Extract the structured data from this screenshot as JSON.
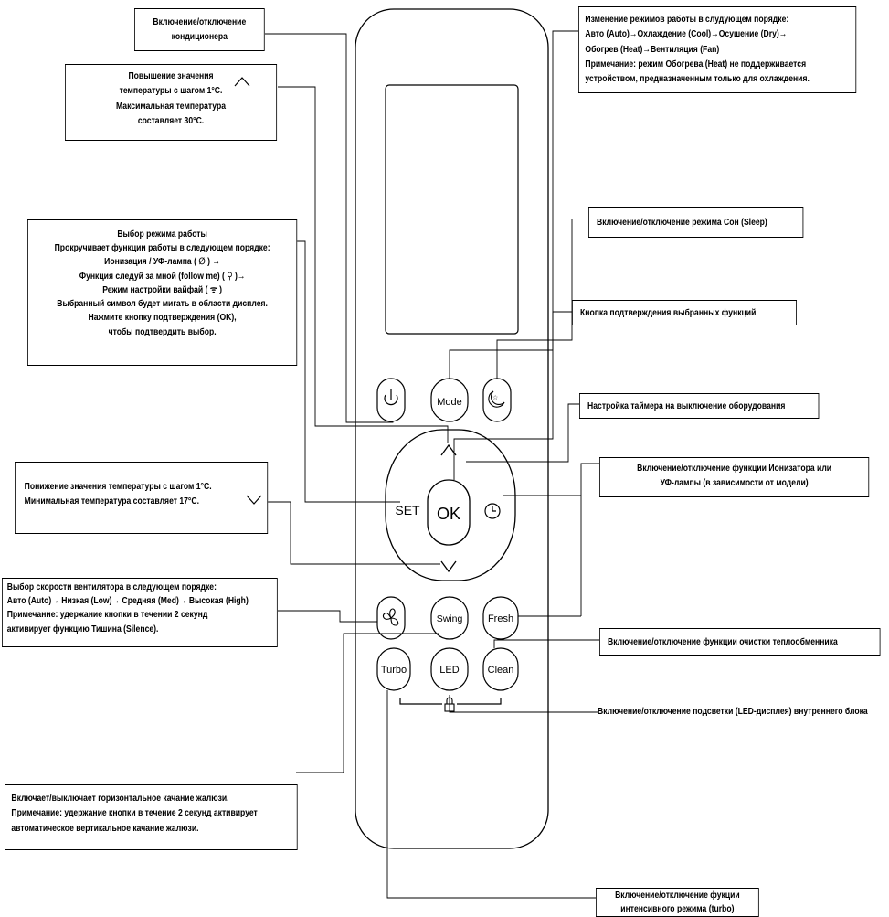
{
  "remote": {
    "buttons": {
      "power": {
        "icon": "power-icon"
      },
      "mode": {
        "label": "Mode"
      },
      "sleep": {
        "icon": "moon-star-icon"
      },
      "up": {
        "icon": "chevron-up-icon"
      },
      "set": {
        "label": "SET"
      },
      "ok": {
        "label": "OK"
      },
      "timer": {
        "icon": "clock-icon"
      },
      "down": {
        "icon": "chevron-down-icon"
      },
      "fan": {
        "icon": "fan-icon"
      },
      "swing": {
        "label": "Swing"
      },
      "fresh": {
        "label": "Fresh"
      },
      "turbo": {
        "label": "Turbo"
      },
      "led": {
        "label": "LED"
      },
      "clean": {
        "label": "Clean"
      },
      "lock": {
        "icon": "lock-icon"
      }
    }
  },
  "annotations": {
    "power": [
      "Включение/отключение",
      "кондиционера"
    ],
    "temp_up": [
      "Повышение значения",
      "температуры с шагом 1°C.",
      "Максимальная температура",
      "составляет 30°C."
    ],
    "set_mode": [
      "Выбор режима работы",
      "Прокручивает функции работы в следующем порядке:",
      "Ионизация / УФ-лампа ( ∅ )  →",
      "Функция следуй за мной (follow me) ( ⚲ )→",
      "Режим настройки вайфай ( ᯤ )",
      "Выбранный символ будет мигать в области дисплея.",
      "Нажмите кнопку подтверждения (OK),",
      "чтобы подтвердить выбор."
    ],
    "temp_down": [
      "Понижение  значения температуры с шагом 1°C.",
      "Минимальная температура составляет 17°C."
    ],
    "fan": [
      "Выбор скорости вентилятора  в следующем порядке:",
      "Авто (Auto)→ Низкая (Low)→ Средняя (Med)→ Высокая (High)",
      "Примечание: удержание кнопки в течении 2 секунд",
      "активирует функцию Тишина (Silence)."
    ],
    "swing": [
      "Включает/выключает горизонтальное качание жалюзи.",
      "Примечание: удержание кнопки в течение 2 секунд активирует",
      " автоматическое вертикальное качание жалюзи."
    ],
    "mode": [
      "Изменение режимов работы в слудующем порядке:",
      "Авто (Auto)→Охлаждение (Cool)→Осушение (Dry)→",
      "Обогрев (Heat)→Вентиляция (Fan)",
      "Примечание: режим Обогрева (Heat) не поддерживается",
      "устройством, предназначенным только для охлаждения."
    ],
    "sleep": [
      "Включение/отключение режима  Сон (Sleep)"
    ],
    "ok": [
      "Кнопка подтверждения выбранных функций"
    ],
    "timer": [
      "Настройка таймера на выключение оборудования"
    ],
    "fresh": [
      "Включение/отключение функции Ионизатора или",
      "УФ-лампы (в зависимости от модели)"
    ],
    "clean": [
      "Включение/отключение функции очистки теплообменника"
    ],
    "led": "Включение/отключение подсветки (LED-дисплея) внутреннего блока",
    "turbo": [
      "Включение/отключение фукции",
      "интенсивного режима (turbo)"
    ]
  }
}
